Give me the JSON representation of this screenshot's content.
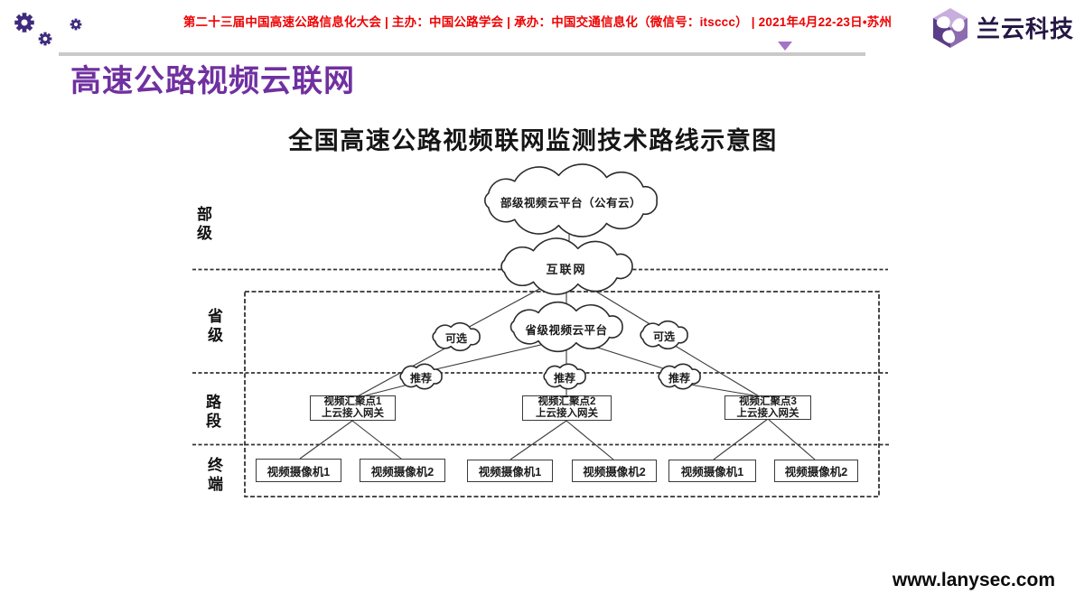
{
  "header": {
    "conference_banner": "第二十三届中国高速公路信息化大会 | 主办：中国公路学会 | 承办：中国交通信息化（微信号：itsccc） | 2021年4月22-23日•苏州",
    "banner_color": "#ee0000",
    "logo": {
      "text": "兰云科技",
      "text_color": "#241744",
      "hex_light": "#c7aede",
      "hex_mid": "#8d6bb0",
      "hex_dark": "#5c3d87"
    }
  },
  "slide": {
    "title": "高速公路视频云联网",
    "title_color": "#7030a0"
  },
  "diagram": {
    "title": "全国高速公路视频联网监测技术路线示意图",
    "levels": [
      "部级",
      "省级",
      "路段",
      "终端"
    ],
    "clouds": {
      "ministry": "部级视频云平台（公有云）",
      "internet": "互联网",
      "provincial": "省级视频云平台"
    },
    "optional_labels": [
      "可选",
      "可选"
    ],
    "recommended_labels": [
      "推荐",
      "推荐",
      "推荐"
    ],
    "gateways": [
      {
        "line1": "视频汇聚点1",
        "line2": "上云接入网关"
      },
      {
        "line1": "视频汇聚点2",
        "line2": "上云接入网关"
      },
      {
        "line1": "视频汇聚点3",
        "line2": "上云接入网关"
      }
    ],
    "cameras": [
      "视频摄像机1",
      "视频摄像机2",
      "视频摄像机1",
      "视频摄像机2",
      "视频摄像机1",
      "视频摄像机2"
    ]
  },
  "footer": {
    "website": "www.lanysec.com"
  }
}
